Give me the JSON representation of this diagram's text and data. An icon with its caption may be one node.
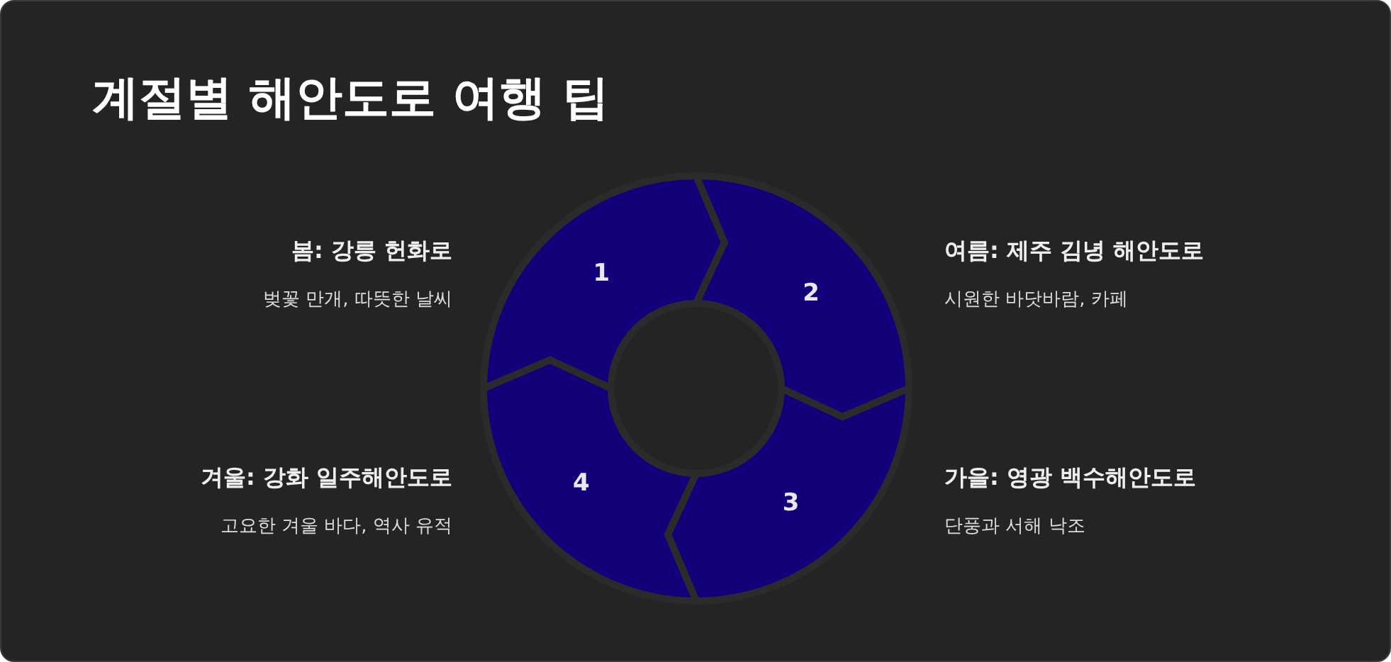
{
  "diagram": {
    "title": "계절별 해안도로 여행 팁",
    "nodes": [
      {
        "text": [
          "1"
        ],
        "beside": [
          "봄: 강릉 헌화로",
          "벚꽃 만개, 따뜻한 날씨"
        ]
      },
      {
        "text": [
          "2"
        ],
        "beside": [
          "여름: 제주 김녕 해안도로",
          "시원한 바닷바람, 카페"
        ]
      },
      {
        "text": [
          "3"
        ],
        "beside": [
          "가을: 영광 백수해안도로",
          "단풍과 서해 낙조"
        ]
      },
      {
        "text": [
          "4"
        ],
        "beside": [
          "겨울: 강화 일주해안도로",
          "고요한 겨울 바다, 역사 유적"
        ]
      }
    ]
  }
}
